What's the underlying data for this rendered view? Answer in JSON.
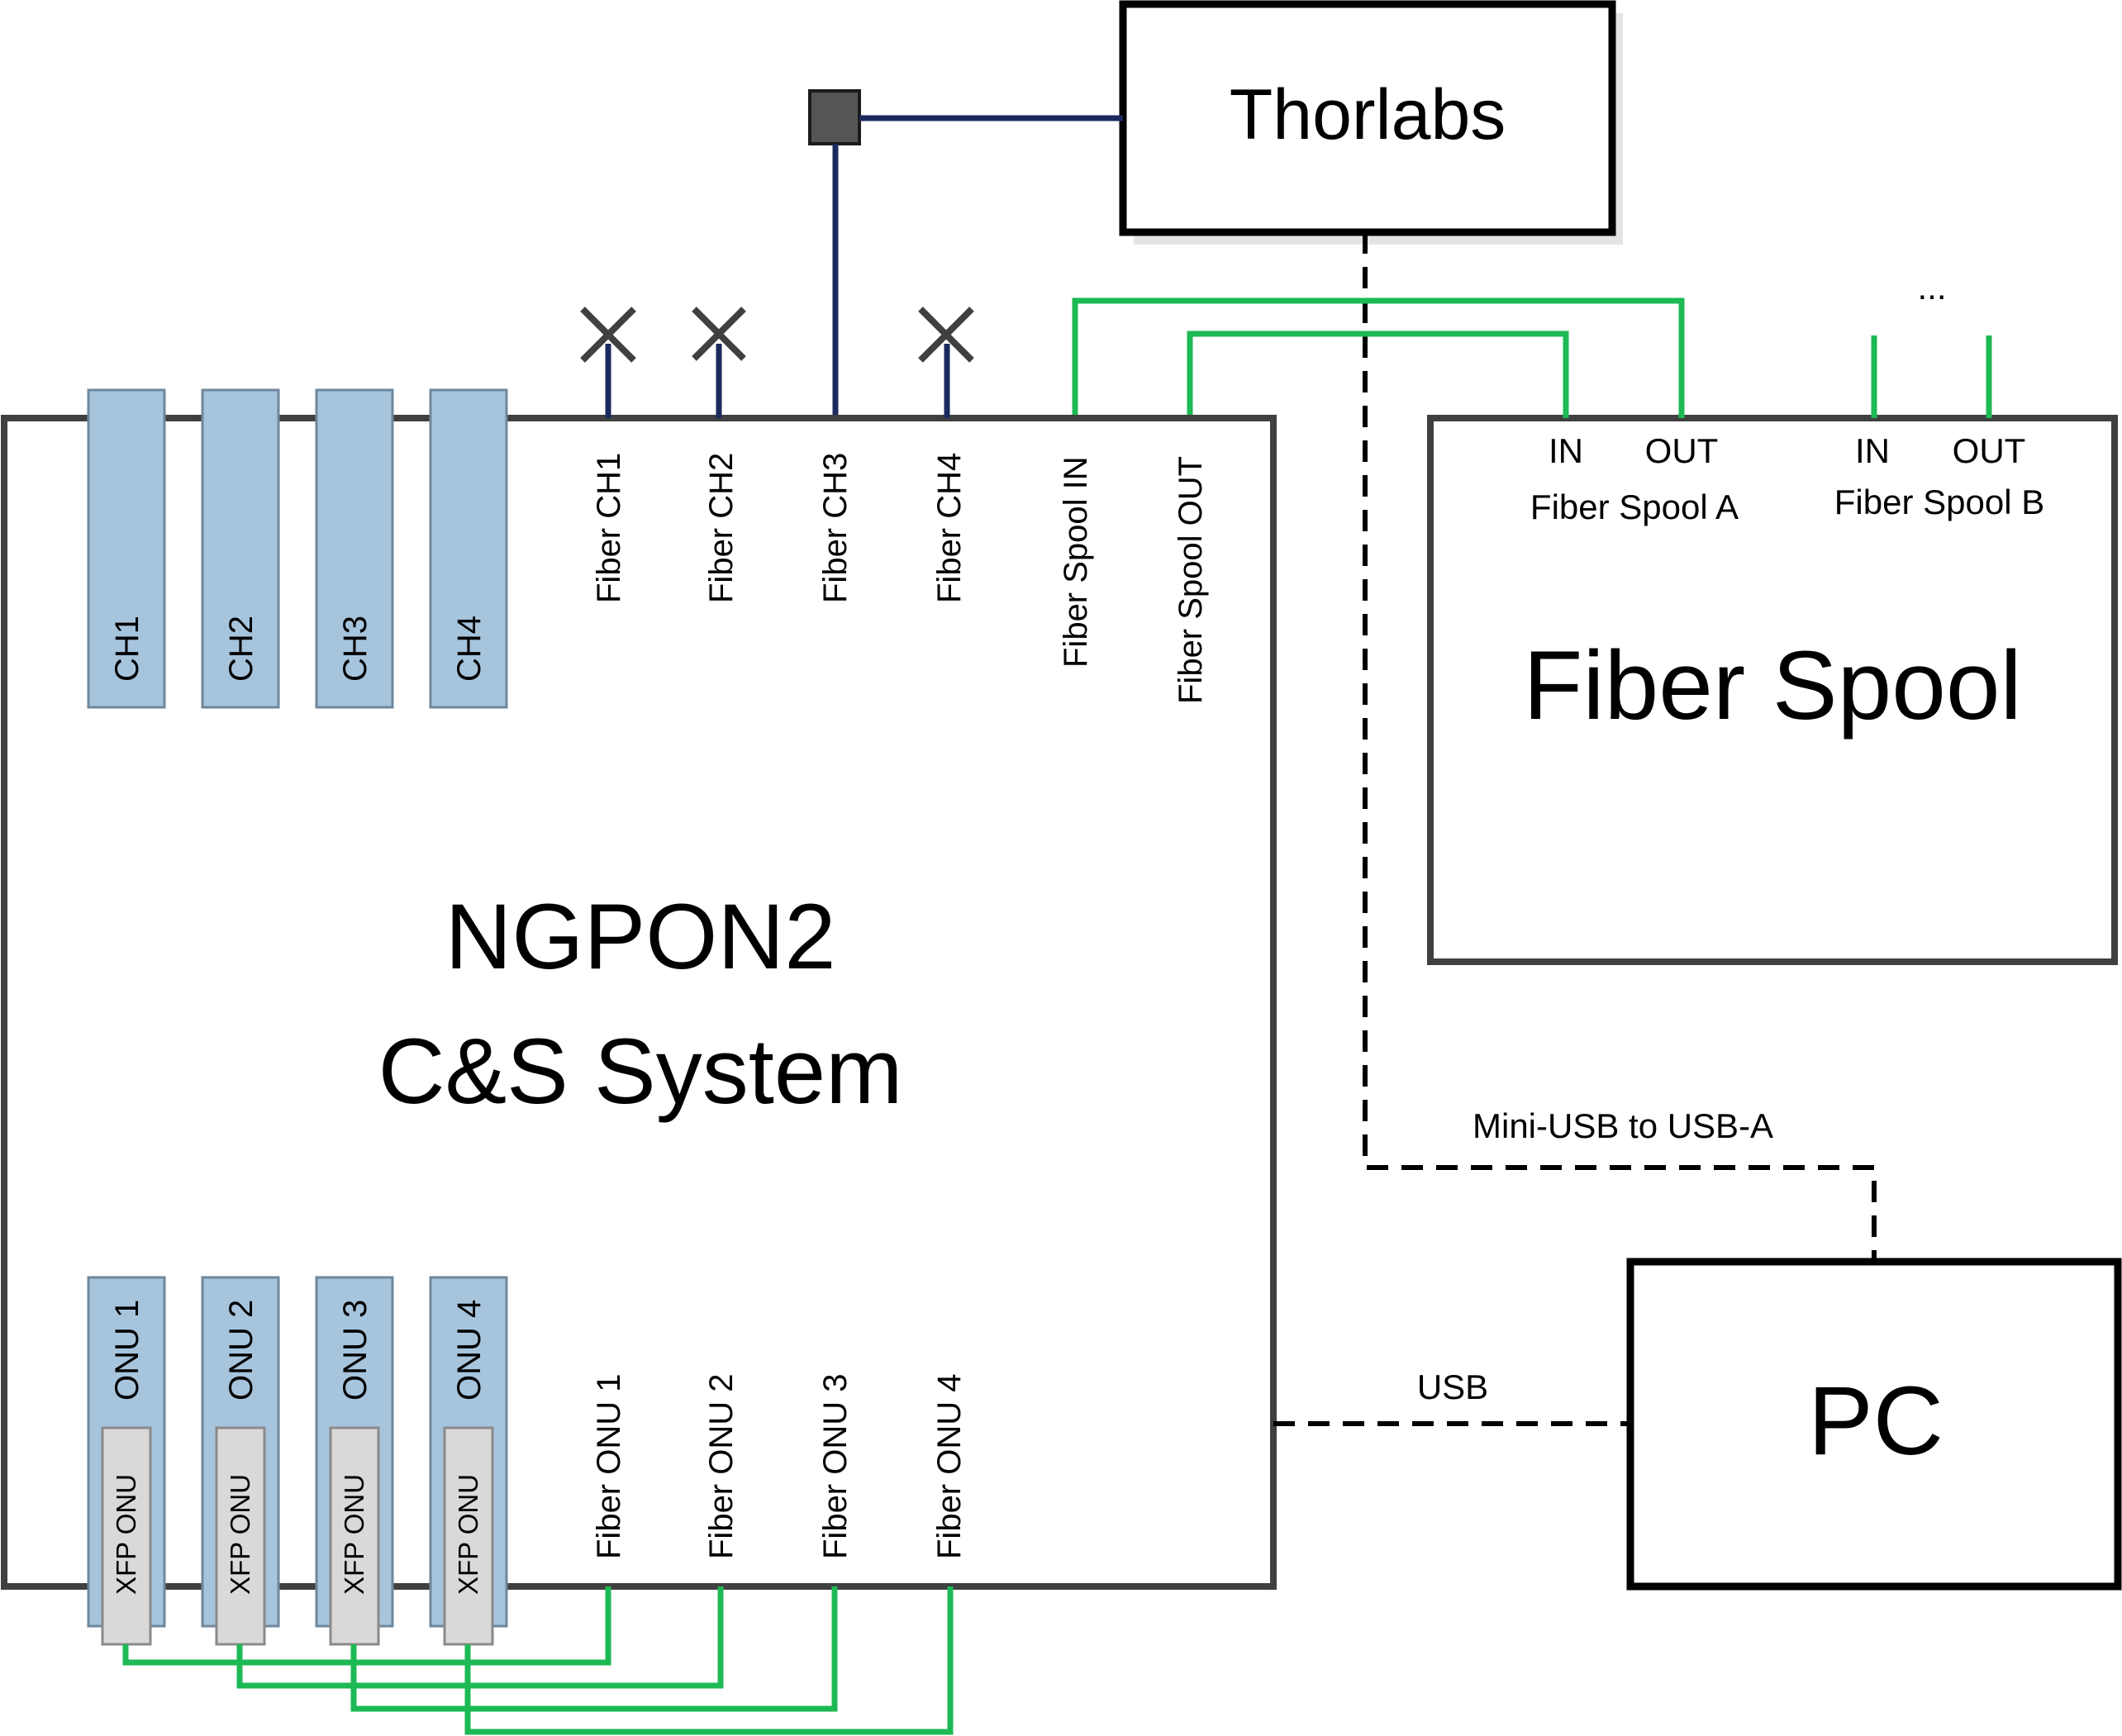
{
  "devices": {
    "thorlabs": "Thorlabs",
    "fiber_spool": "Fiber Spool",
    "pc": "PC",
    "ngpon2_line1": "NGPON2",
    "ngpon2_line2": "C&S System"
  },
  "channel_modules": [
    "CH1",
    "CH2",
    "CH3",
    "CH4"
  ],
  "onu_modules": [
    "ONU 1",
    "ONU 2",
    "ONU 3",
    "ONU 4"
  ],
  "xfp_modules": [
    "XFP ONU",
    "XFP ONU",
    "XFP ONU",
    "XFP ONU"
  ],
  "top_ports": [
    "Fiber CH1",
    "Fiber CH2",
    "Fiber CH3",
    "Fiber CH4",
    "Fiber Spool IN",
    "Fiber Spool OUT"
  ],
  "bottom_ports": [
    "Fiber ONU 1",
    "Fiber ONU 2",
    "Fiber ONU 3",
    "Fiber ONU 4"
  ],
  "spool_a": {
    "in": "IN",
    "out": "OUT",
    "name": "Fiber Spool A"
  },
  "spool_b": {
    "in": "IN",
    "out": "OUT",
    "name": "Fiber Spool B"
  },
  "ellipsis": "...",
  "links": {
    "mini_usb": "Mini-USB to USB-A",
    "usb": "USB"
  },
  "colors": {
    "fiber_green": "#1db954",
    "fiber_navy": "#1b2a5e",
    "module_blue": "#a7c4dd",
    "xfp_gray": "#d9d9d9",
    "box_border": "#404040"
  }
}
